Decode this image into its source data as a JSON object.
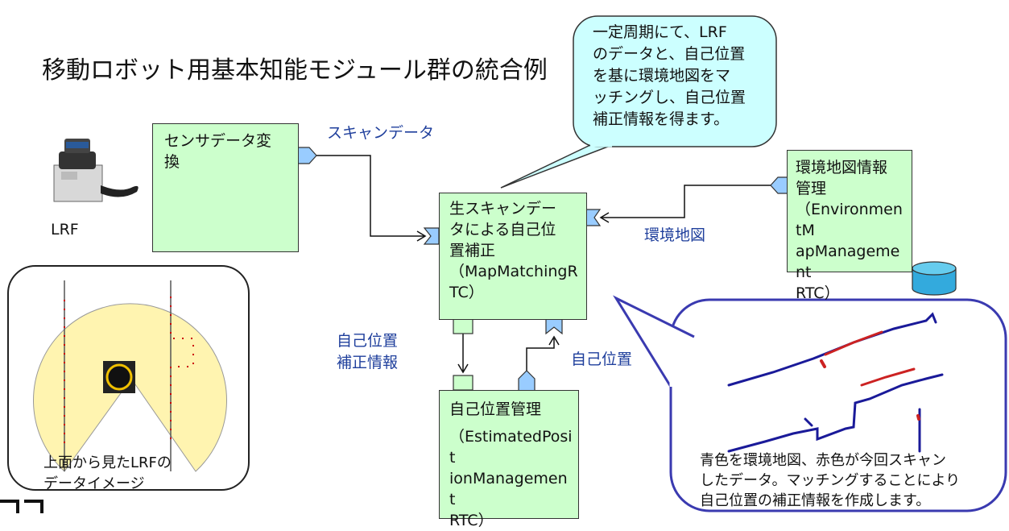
{
  "title": "移動ロボット用基本知能モジュール群の統合例",
  "lrf_label": "LRF",
  "blocks": {
    "sensor": {
      "line1": "センサデータ変",
      "line2": "換"
    },
    "mapmatching": {
      "line1": "生スキャンデー",
      "line2": "タによる自己位",
      "line3": "置補正",
      "line4": "（MapMatchingR",
      "line5": "TC）"
    },
    "envmap": {
      "line1": "環境地図情報",
      "line2": "管理",
      "line3": "（EnvironmentM",
      "line4": "apManagement",
      "line5": "RTC）"
    },
    "estpos": {
      "line1": "自己位置管理",
      "line2": "（EstimatedPosit",
      "line3": "ionManagement",
      "line4": "RTC）"
    }
  },
  "connector_labels": {
    "scan_data": "スキャンデータ",
    "env_map": "環境地図",
    "correction_line1": "自己位置",
    "correction_line2": "補正情報",
    "self_position": "自己位置"
  },
  "callout_top": {
    "line1": "一定周期にて、LRF",
    "line2": "のデータと、自己位置",
    "line3": "を基に環境地図をマ",
    "line4": "ッチングし、自己位置",
    "line5": "補正情報を得ます。"
  },
  "callout_bottom": {
    "line1": "青色を環境地図、赤色が今回スキャン",
    "line2": "したデータ。マッチングすることにより",
    "line3": "自己位置の補正情報を作成します。"
  },
  "lrf_panel": {
    "line1": "上面から見たLRFの",
    "line2": "データイメージ"
  },
  "colors": {
    "block_fill": "#ccffcc",
    "callout_fill": "#ccffff",
    "port_fill": "#99ccff",
    "blue_text": "#1f3f9c",
    "map_blue": "#1a1a99",
    "scan_red": "#cc2222",
    "scan_area": "#fff4b0"
  }
}
